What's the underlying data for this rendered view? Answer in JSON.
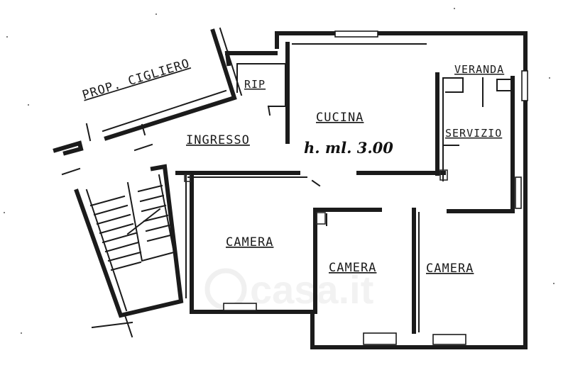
{
  "plan": {
    "rooms": {
      "prop_cigliero": "PROP. CIGLIERO",
      "rip": "RIP",
      "cucina": "CUCINA",
      "height_note": "h. ml. 3.00",
      "veranda": "VERANDA",
      "servizio": "SERVIZIO",
      "ingresso": "INGRESSO",
      "camera_left": "CAMERA",
      "camera_middle": "CAMERA",
      "camera_right": "CAMERA"
    },
    "watermark": "casa.it"
  }
}
